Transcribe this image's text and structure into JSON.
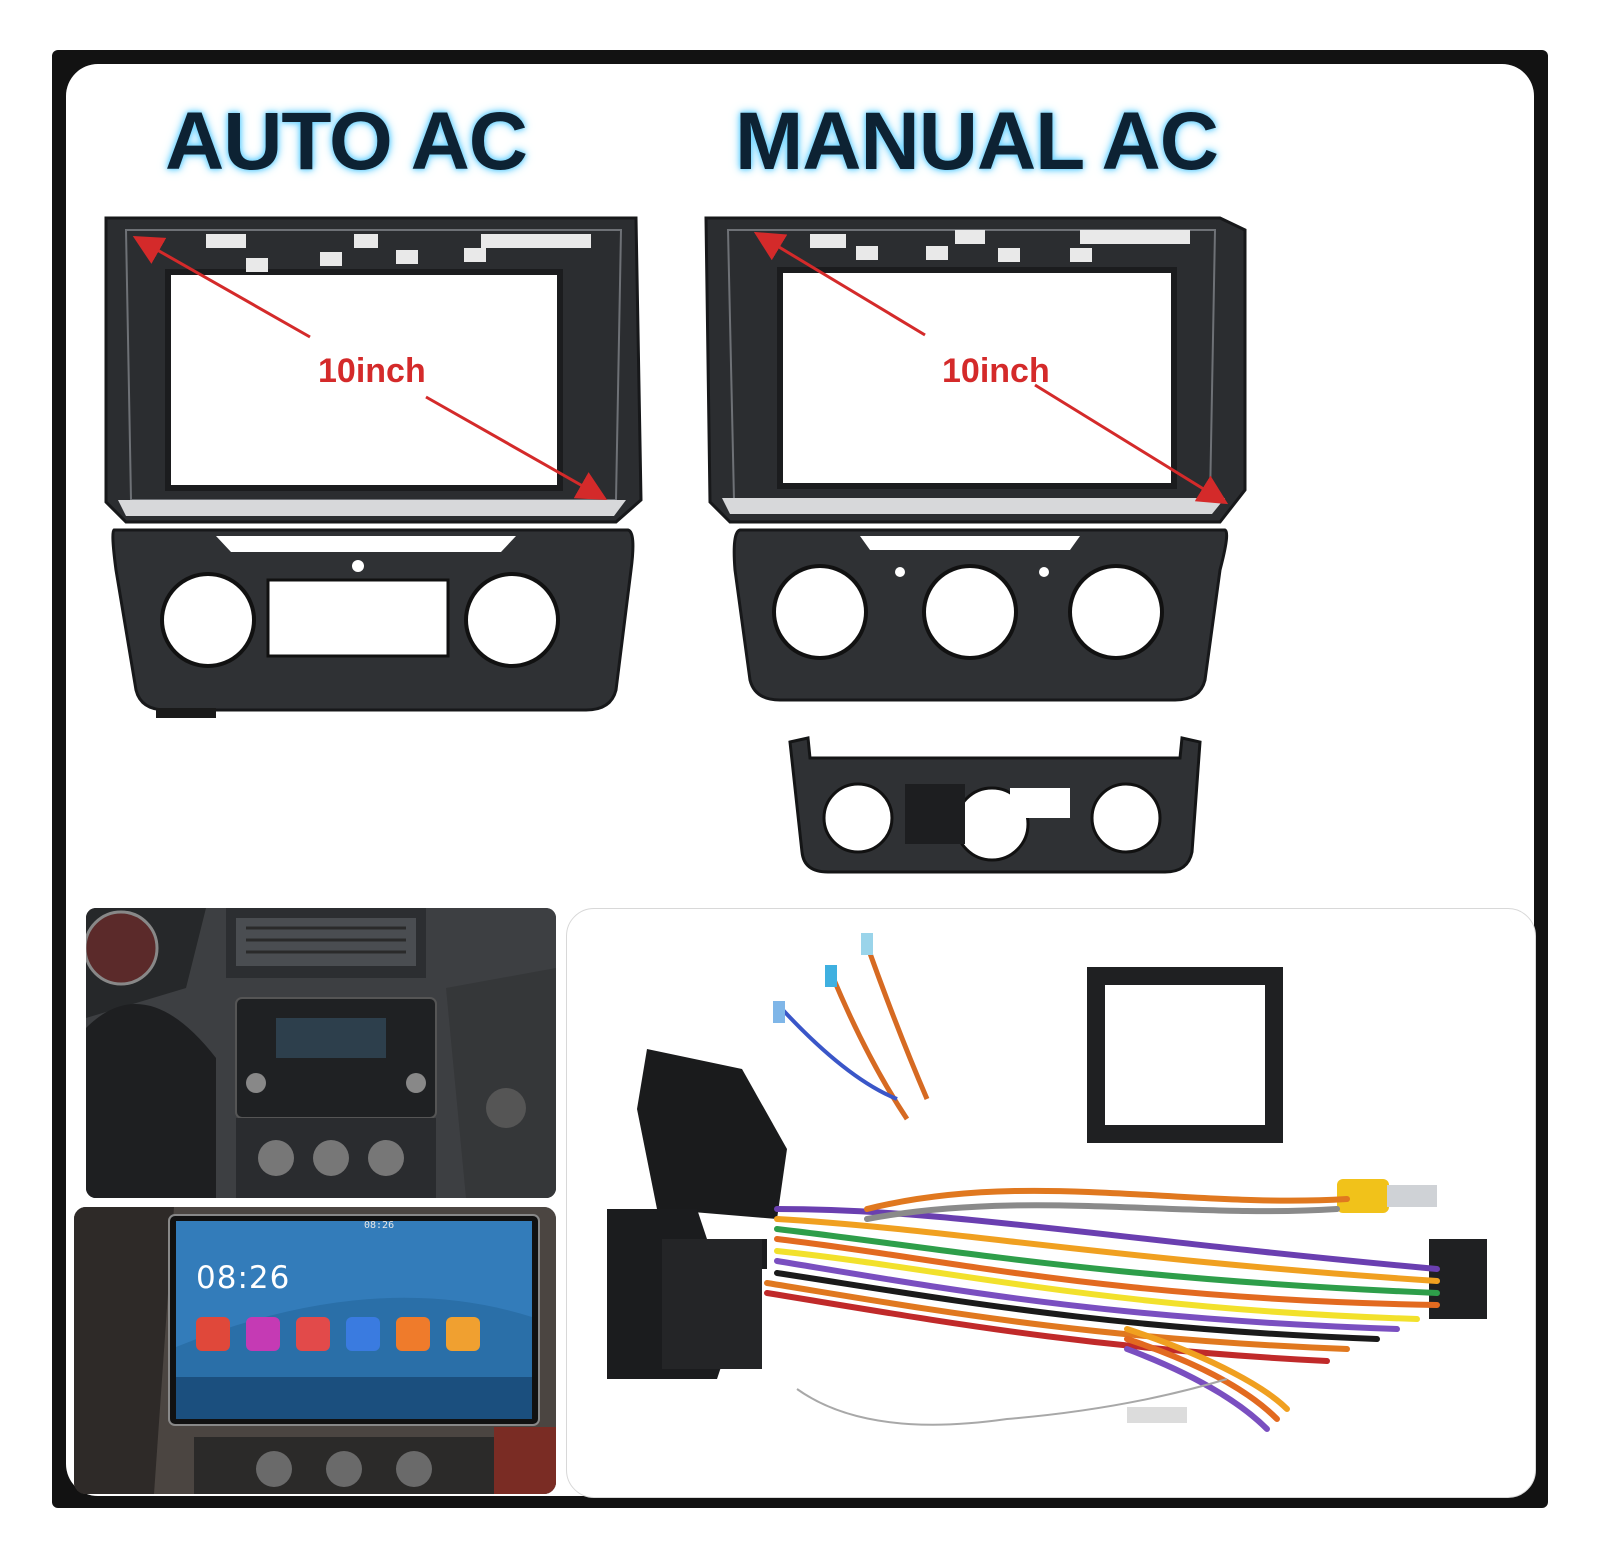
{
  "headings": {
    "auto_ac": "AUTO AC",
    "manual_ac": "MANUAL AC"
  },
  "frames": {
    "auto": {
      "size_label": "10inch"
    },
    "manual": {
      "size_label": "10inch"
    }
  },
  "head_unit": {
    "time": "08:26",
    "status_time": "08:26"
  },
  "colors": {
    "heading_text": "#0d2233",
    "heading_glow": "#6fd3ff",
    "diagonal_arrow": "#d42a2a",
    "frame_plastic": "#2b2d30",
    "border": "#121212"
  }
}
